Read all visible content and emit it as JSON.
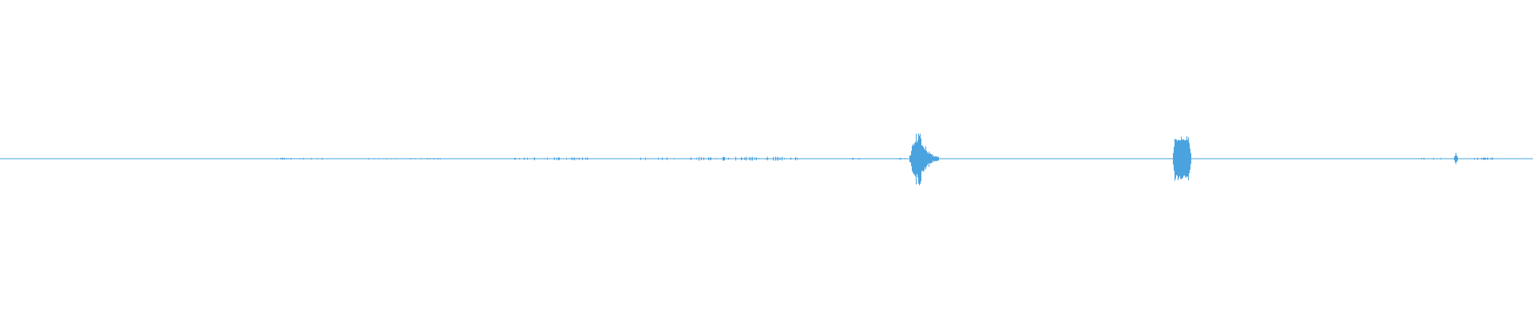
{
  "waveform": {
    "color": "#4aa3df",
    "background": "#ffffff",
    "features": [
      {
        "kind": "noise",
        "start": 0.0,
        "end": 1.0,
        "amp": 0.006
      },
      {
        "kind": "speckle",
        "start": 0.18,
        "end": 0.21,
        "amp": 0.02
      },
      {
        "kind": "speckle",
        "start": 0.24,
        "end": 0.29,
        "amp": 0.015
      },
      {
        "kind": "speckle",
        "start": 0.335,
        "end": 0.39,
        "amp": 0.03
      },
      {
        "kind": "speckle",
        "start": 0.415,
        "end": 0.44,
        "amp": 0.03
      },
      {
        "kind": "speckle",
        "start": 0.45,
        "end": 0.52,
        "amp": 0.04
      },
      {
        "kind": "speckle",
        "start": 0.555,
        "end": 0.565,
        "amp": 0.03
      },
      {
        "kind": "speckle",
        "start": 0.585,
        "end": 0.593,
        "amp": 0.02
      },
      {
        "kind": "burst",
        "start": 0.593,
        "end": 0.612,
        "amp": 0.55
      },
      {
        "kind": "block",
        "start": 0.765,
        "end": 0.777,
        "amp": 0.4
      },
      {
        "kind": "speckle",
        "start": 0.925,
        "end": 0.94,
        "amp": 0.02
      },
      {
        "kind": "spike",
        "start": 0.948,
        "end": 0.951,
        "amp": 0.1
      },
      {
        "kind": "speckle",
        "start": 0.96,
        "end": 0.975,
        "amp": 0.025
      }
    ]
  }
}
